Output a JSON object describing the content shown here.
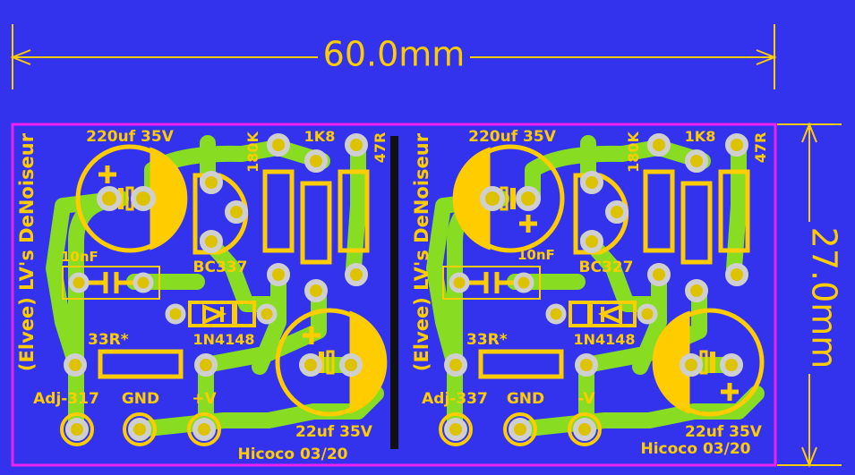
{
  "colors": {
    "background": "#3333ee",
    "silkscreen": "#ffcc00",
    "copper": "#88dd22",
    "pad_ring": "#ddc200",
    "drill": "#cfcfcf",
    "outline": "#ee22ee",
    "dimension": "#ffcc00",
    "separator": "#111111"
  },
  "dimensions": {
    "width_label": "60.0mm",
    "height_label": "27.0mm"
  },
  "left_board": {
    "vertical_title": "(Elvee) LV's DeNoiseur",
    "cap_large_label": "220uf 35V",
    "res1_label": "180K",
    "res2_label": "1K8",
    "res3_label": "47R",
    "cap_small_label": "10nF",
    "transistor_label": "BC337",
    "diode_label": "1N4148",
    "res_33_label": "33R*",
    "cap_out_label": "22uf 35V",
    "pin1_label": "Adj-317",
    "pin2_label": "GND",
    "pin3_label": "+V",
    "footer": "Hicoco 03/20"
  },
  "right_board": {
    "vertical_title": "(Elvee) LV's DeNoiseur",
    "cap_large_label": "220uf 35V",
    "res1_label": "180K",
    "res2_label": "1K8",
    "res3_label": "47R",
    "cap_small_label": "10nF",
    "transistor_label": "BC327",
    "diode_label": "1N4148",
    "res_33_label": "33R*",
    "cap_out_label": "22uf 35V",
    "pin1_label": "Adj-337",
    "pin2_label": "GND",
    "pin3_label": "-V",
    "footer": "Hicoco 03/20"
  }
}
